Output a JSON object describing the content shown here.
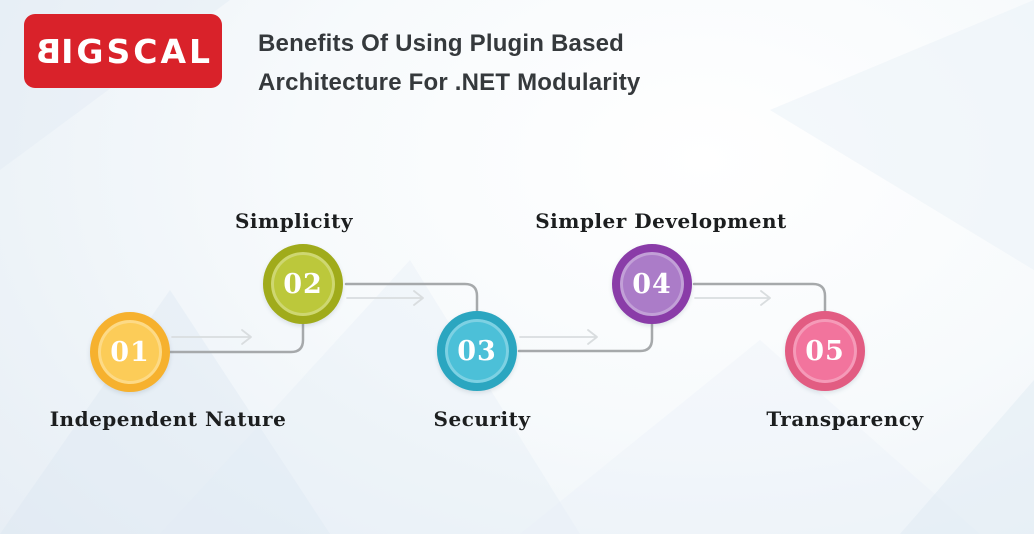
{
  "header": {
    "logo_text": "BIGSCAL",
    "logo_letters": [
      "B",
      "I",
      "G",
      "S",
      "C",
      "A",
      "L"
    ],
    "logo_bg_color": "#D9222A",
    "logo_text_color": "#FFFFFF",
    "title_line1": "Benefits Of Using Plugin Based",
    "title_line2": "Architecture For .NET Modularity",
    "title_color": "#35393C"
  },
  "diagram": {
    "connector_color": "#A6A9AB",
    "arrow_color": "#D9DDDF",
    "steps": [
      {
        "number": "01",
        "label": "Independent Nature",
        "label_position": "below",
        "color_outer": "#F6B12E",
        "color_inner": "#FCCC58"
      },
      {
        "number": "02",
        "label": "Simplicity",
        "label_position": "above",
        "color_outer": "#A0AB1B",
        "color_inner": "#BCC83B"
      },
      {
        "number": "03",
        "label": "Security",
        "label_position": "below",
        "color_outer": "#2BA6C0",
        "color_inner": "#4CC0D8"
      },
      {
        "number": "04",
        "label": "Simpler Development",
        "label_position": "above",
        "color_outer": "#8A3CA8",
        "color_inner": "#AB7CC8"
      },
      {
        "number": "05",
        "label": "Transparency",
        "label_position": "below",
        "color_outer": "#E25C82",
        "color_inner": "#F2749D"
      }
    ]
  }
}
